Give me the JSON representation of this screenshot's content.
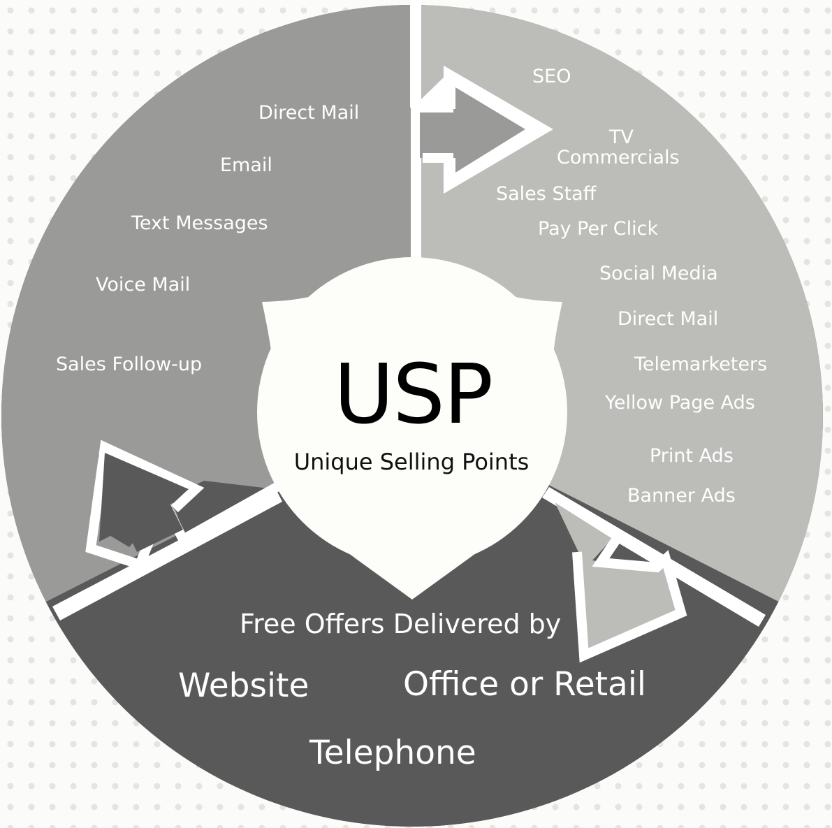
{
  "colors": {
    "background": "#fbfbf9",
    "dots": "#e4e4e1",
    "left_sector": "#9a9a98",
    "right_sector": "#bcbcb9",
    "bottom_sector": "#595959",
    "center": "#fdfdf9",
    "separator": "#ffffff"
  },
  "center": {
    "title": "USP",
    "subtitle": "Unique Selling Points"
  },
  "left_section": {
    "items": [
      "Direct Mail",
      "Email",
      "Text Messages",
      "Voice Mail",
      "Sales Follow-up"
    ]
  },
  "right_section": {
    "items": [
      "SEO",
      "TV",
      "Commercials",
      "Sales Staff",
      "Pay Per Click",
      "Social Media",
      "Direct Mail",
      "Telemarketers",
      "Yellow Page Ads",
      "Print Ads",
      "Banner Ads"
    ]
  },
  "bottom_section": {
    "heading": "Free Offers Delivered by",
    "website": "Website",
    "office": "Office or Retail",
    "telephone": "Telephone"
  }
}
